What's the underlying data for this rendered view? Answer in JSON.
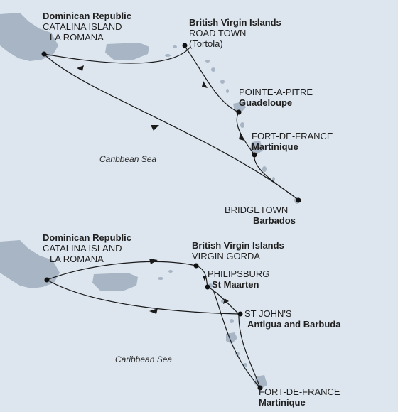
{
  "maps": [
    {
      "sea_label": "Caribbean Sea",
      "ports": [
        {
          "id": "laromana",
          "lines": [
            {
              "text": "Dominican Republic",
              "bold": true
            },
            {
              "text": "CATALINA ISLAND",
              "bold": false
            },
            {
              "text": "LA ROMANA",
              "bold": false
            }
          ]
        },
        {
          "id": "roadtown",
          "lines": [
            {
              "text": "British Virgin Islands",
              "bold": true
            },
            {
              "text": "ROAD TOWN",
              "bold": false
            },
            {
              "text": "(Tortola)",
              "bold": false
            }
          ]
        },
        {
          "id": "pointeapitre",
          "lines": [
            {
              "text": "POINTE-A-PITRE",
              "bold": false
            },
            {
              "text": "Guadeloupe",
              "bold": true
            }
          ]
        },
        {
          "id": "fortdefrance",
          "lines": [
            {
              "text": "FORT-DE-FRANCE",
              "bold": false
            },
            {
              "text": "Martinique",
              "bold": true
            }
          ]
        },
        {
          "id": "bridgetown",
          "lines": [
            {
              "text": "BRIDGETOWN",
              "bold": false
            },
            {
              "text": "Barbados",
              "bold": true
            }
          ]
        }
      ]
    },
    {
      "sea_label": "Caribbean Sea",
      "ports": [
        {
          "id": "laromana",
          "lines": [
            {
              "text": "Dominican Republic",
              "bold": true
            },
            {
              "text": "CATALINA ISLAND",
              "bold": false
            },
            {
              "text": "LA ROMANA",
              "bold": false
            }
          ]
        },
        {
          "id": "virgingorda",
          "lines": [
            {
              "text": "British Virgin Islands",
              "bold": true
            },
            {
              "text": "VIRGIN GORDA",
              "bold": false
            }
          ]
        },
        {
          "id": "philipsburg",
          "lines": [
            {
              "text": "PHILIPSBURG",
              "bold": false
            },
            {
              "text": "St Maarten",
              "bold": true
            }
          ]
        },
        {
          "id": "stjohns",
          "lines": [
            {
              "text": "ST JOHN'S",
              "bold": false
            },
            {
              "text": "Antigua and Barbuda",
              "bold": true
            }
          ]
        },
        {
          "id": "fortdefrance",
          "lines": [
            {
              "text": "FORT-DE-FRANCE",
              "bold": false
            },
            {
              "text": "Martinique",
              "bold": true
            }
          ]
        }
      ]
    }
  ],
  "colors": {
    "sea": "#dde6ef",
    "land": "#a7b5c4",
    "route": "#1a1a1a",
    "port": "#111111"
  }
}
